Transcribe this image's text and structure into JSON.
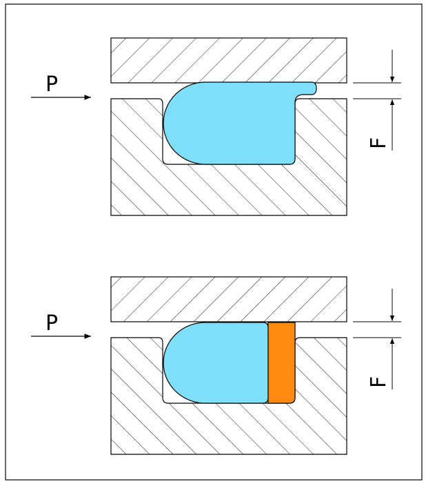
{
  "diagrams": [
    {
      "pressure_label": "P",
      "gap_label": "F",
      "seal_color": "#80DFF8",
      "has_backup_ring": false
    },
    {
      "pressure_label": "P",
      "gap_label": "F",
      "seal_color": "#80DFF8",
      "backup_ring_color": "#FF8A0F",
      "has_backup_ring": true
    }
  ],
  "colors": {
    "outline": "#000000",
    "hatch": "#000000",
    "background": "#FFFFFF"
  }
}
